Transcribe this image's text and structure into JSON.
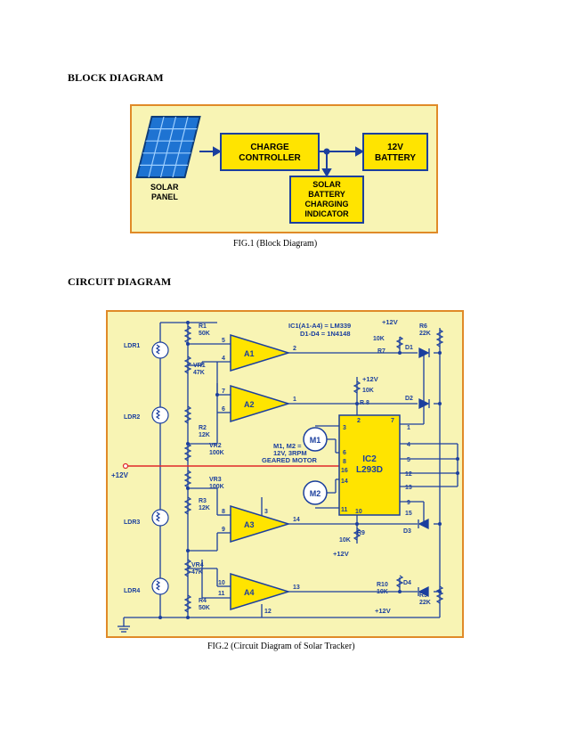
{
  "headings": {
    "block": "BLOCK DIAGRAM",
    "circuit": "CIRCUIT DIAGRAM"
  },
  "captions": {
    "fig1": "FIG.1 (Block Diagram)",
    "fig2": "FIG.2 (Circuit Diagram of Solar Tracker)"
  },
  "colors": {
    "border": "#e08a28",
    "background": "#f8f4b4",
    "block_fill": "#ffe400",
    "panel_blue": "#1e73d2",
    "wire_blue": "#1b3f9e",
    "supply_red": "#e0282a"
  },
  "block_diagram": {
    "solar_panel": [
      "SOLAR",
      "PANEL"
    ],
    "charge_controller": [
      "CHARGE",
      "CONTROLLER"
    ],
    "battery": [
      "12V",
      "BATTERY"
    ],
    "indicator": [
      "SOLAR",
      "BATTERY",
      "CHARGING",
      "INDICATOR"
    ]
  },
  "circuit": {
    "ldrs": [
      "LDR1",
      "LDR2",
      "LDR3",
      "LDR4"
    ],
    "r1": [
      "R1",
      "50K"
    ],
    "vr1": [
      "VR1",
      "47K"
    ],
    "r2": [
      "R2",
      "12K"
    ],
    "vr2": [
      "VR2",
      "100K"
    ],
    "vr3": [
      "VR3",
      "100K"
    ],
    "r3": [
      "R3",
      "12K"
    ],
    "vr4": [
      "VR4",
      "47K"
    ],
    "r4": [
      "R4",
      "50K"
    ],
    "ic1_note": "IC1(A1-A4) = LM339",
    "diode_note": "D1-D4 = 1N4148",
    "motor_note": [
      "M1, M2 =",
      "12V, 3RPM",
      "GEARED MOTOR"
    ],
    "supply": "+12V",
    "supply_top": "+12V",
    "opamps": [
      "A1",
      "A2",
      "A3",
      "A4"
    ],
    "pins": {
      "a1_plus": "5",
      "a1_minus": "4",
      "a1_out": "2",
      "a2_plus": "7",
      "a2_minus": "6",
      "a2_out": "1",
      "a3_minus": "8",
      "a3_plus": "9",
      "a3_out": "14",
      "a3_vcc": "3",
      "a4_minus": "10",
      "a4_plus": "11",
      "a4_out": "13",
      "a4_gnd": "12"
    },
    "ic2": [
      "IC2",
      "L293D"
    ],
    "ic2_pins": [
      "3",
      "2",
      "7",
      "6",
      "8",
      "16",
      "14",
      "11",
      "10",
      "1",
      "4",
      "5",
      "12",
      "13",
      "9",
      "15"
    ],
    "motors": [
      "M1",
      "M2"
    ],
    "r6": [
      "R6",
      "22K"
    ],
    "r7": [
      "R7",
      "10K"
    ],
    "r8": [
      "R 8",
      "10K"
    ],
    "r9": [
      "R9",
      "10K"
    ],
    "r10": [
      "R10",
      "10K"
    ],
    "r5": [
      "R5",
      "22K"
    ],
    "diodes": [
      "D1",
      "D2",
      "D3",
      "D4"
    ],
    "plus12_labels": [
      "+12V",
      "+12V",
      "+12V",
      "+12V"
    ]
  }
}
